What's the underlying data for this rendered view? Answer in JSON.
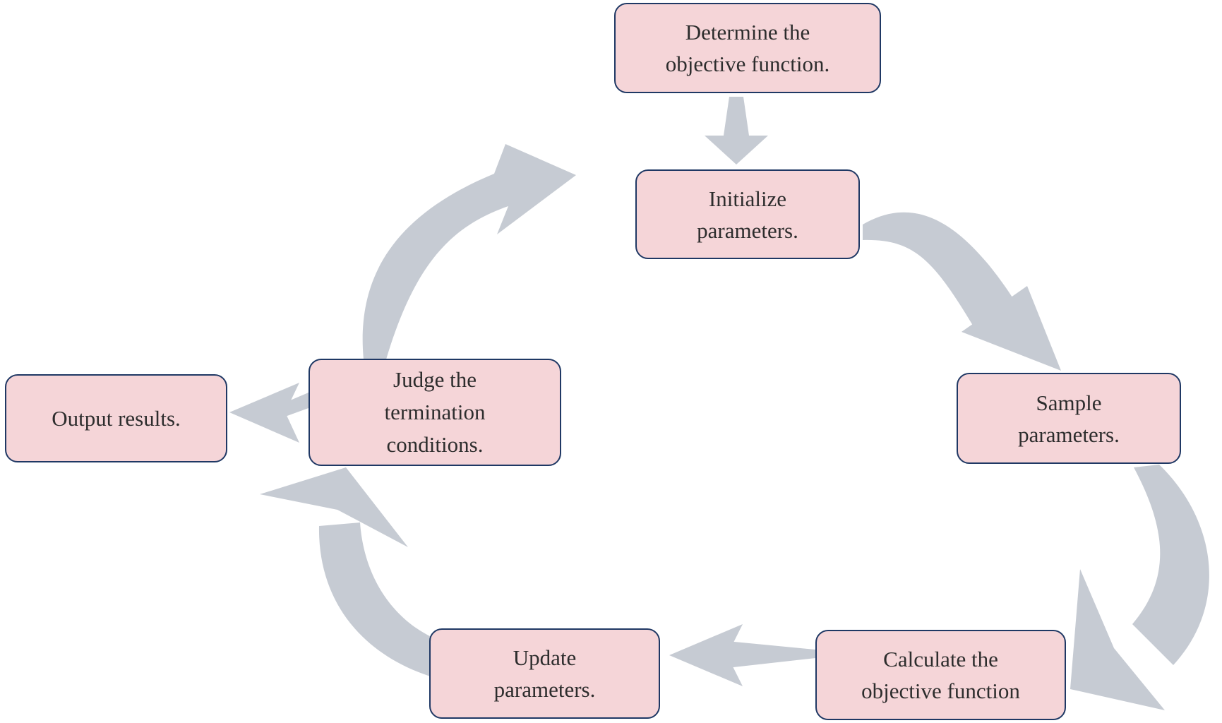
{
  "diagram": {
    "type": "cycle-flowchart",
    "description": "Optimization algorithm flow cycle",
    "colors": {
      "box_fill": "#f5d5d8",
      "box_border": "#1f3864",
      "arrow": "#c6cbd3",
      "text": "#2d2d2d",
      "background": "#ffffff"
    },
    "nodes": [
      {
        "id": "determine",
        "label": "Determine the objective function.",
        "lines": [
          "Determine the",
          "objective function."
        ]
      },
      {
        "id": "initialize",
        "label": "Initialize parameters.",
        "lines": [
          "Initialize",
          "parameters."
        ]
      },
      {
        "id": "sample",
        "label": "Sample parameters.",
        "lines": [
          "Sample",
          "parameters."
        ]
      },
      {
        "id": "calculate",
        "label": "Calculate the objective function",
        "lines": [
          "Calculate the",
          "objective function"
        ]
      },
      {
        "id": "update",
        "label": "Update parameters.",
        "lines": [
          "Update",
          "parameters."
        ]
      },
      {
        "id": "judge",
        "label": "Judge the termination conditions.",
        "lines": [
          "Judge the",
          "termination",
          "conditions."
        ]
      },
      {
        "id": "output",
        "label": "Output results.",
        "lines": [
          "Output results."
        ]
      }
    ],
    "edges": [
      {
        "from": "determine",
        "to": "initialize",
        "style": "straight-down"
      },
      {
        "from": "initialize",
        "to": "sample",
        "style": "curved"
      },
      {
        "from": "sample",
        "to": "calculate",
        "style": "curved"
      },
      {
        "from": "calculate",
        "to": "update",
        "style": "straight-left"
      },
      {
        "from": "update",
        "to": "judge",
        "style": "curved"
      },
      {
        "from": "judge",
        "to": "initialize",
        "style": "curved"
      },
      {
        "from": "judge",
        "to": "output",
        "style": "straight-left"
      }
    ]
  }
}
